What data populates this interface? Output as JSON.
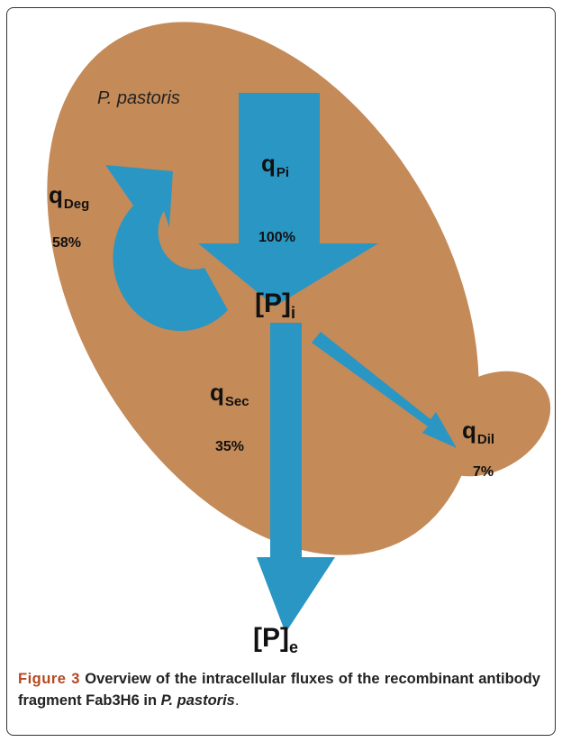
{
  "colors": {
    "cell": "#c48a58",
    "arrow": "#2a96c4",
    "figure_label": "#b5481f",
    "text": "#111111"
  },
  "organism": "P. pastoris",
  "fluxes": {
    "production": {
      "symbol": "q",
      "subscript": "Pi",
      "percent": "100%"
    },
    "degradation": {
      "symbol": "q",
      "subscript": "Deg",
      "percent": "58%"
    },
    "secretion": {
      "symbol": "q",
      "subscript": "Sec",
      "percent": "35%"
    },
    "dilution": {
      "symbol": "q",
      "subscript": "Dil",
      "percent": "7%"
    }
  },
  "pools": {
    "intracellular": {
      "symbol": "[P]",
      "subscript": "i"
    },
    "extracellular": {
      "symbol": "[P]",
      "subscript": "e"
    }
  },
  "caption": {
    "figure_number": "Figure 3",
    "text": "Overview of the intracellular fluxes of the recombinant antibody fragment Fab3H6 in",
    "species": "P. pastoris",
    "end": "."
  }
}
